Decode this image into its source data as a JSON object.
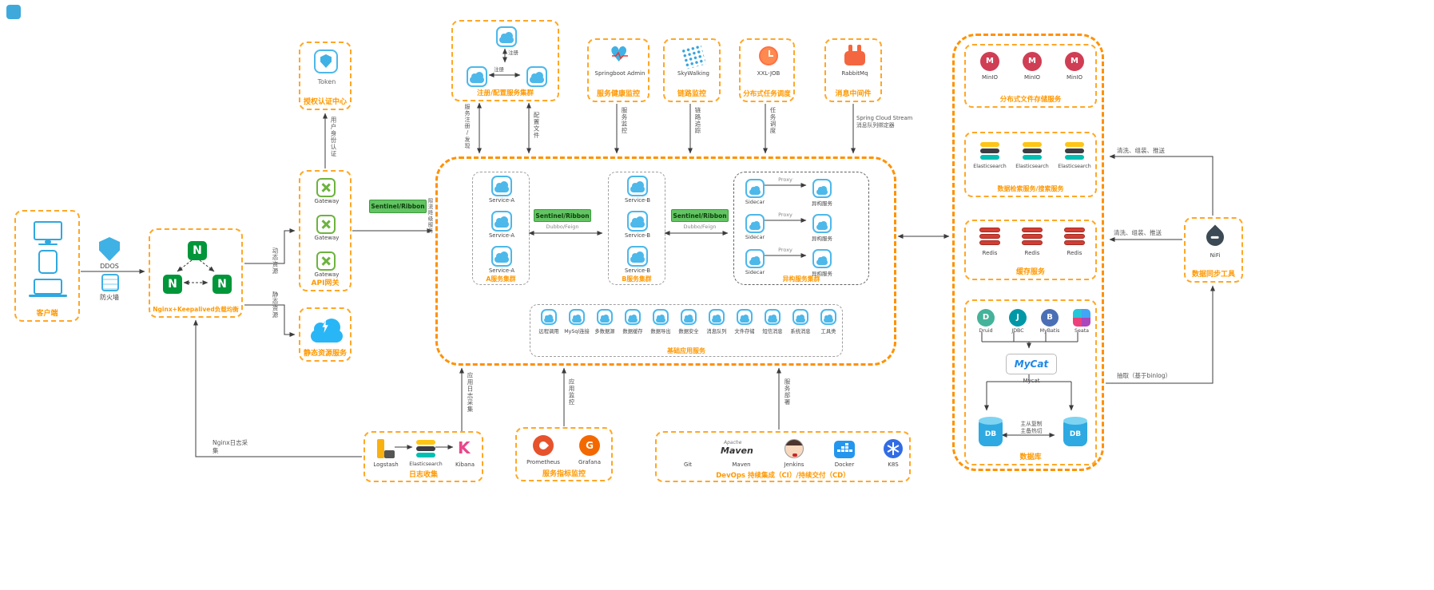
{
  "colors": {
    "accent_orange": "#ff9800",
    "box_dash_orange": "#ffa726",
    "arrow_gray": "#3c3c3c",
    "icon_blue": "#3fb1e5",
    "nginx_green": "#009639",
    "gateway_green": "#6db33f",
    "sentinel_green": "#62c462",
    "minio_red": "#cf3e54",
    "redis_red": "#d43d33",
    "docker_blue": "#2496ed",
    "k8s_blue": "#326ce5",
    "kibana_pink": "#e8478b"
  },
  "icons": {
    "heart": "♥",
    "nginx_letter": "N",
    "minio_letter": "M",
    "grafana_letter": "G",
    "druid_letter": "D",
    "jdbc_letter": "J",
    "mybatis_letter": "B",
    "kibana_letter": "K",
    "git_plus": "+"
  },
  "client": {
    "label": "客户端"
  },
  "security": {
    "ddos": "DDOS",
    "firewall": "防火墙"
  },
  "nginx": {
    "label": "Nginx+Keepalived负载均衡"
  },
  "auth": {
    "token": "Token",
    "label": "授权认证中心"
  },
  "gateway": {
    "g1": "Gateway",
    "g2": "Gateway",
    "g3": "Gateway",
    "label": "API网关"
  },
  "static_server": {
    "label": "静态资源服务"
  },
  "registry": {
    "label": "注册/配置服务集群",
    "reg1": "注册",
    "reg2": "注册"
  },
  "monitors": {
    "sbadmin_title": "Springboot Admin",
    "sbadmin_label": "服务健康监控",
    "skywalking_title": "SkyWalking",
    "skywalking_label": "链路监控",
    "xxljob_title": "XXL-JOB",
    "xxljob_label": "分布式任务调度",
    "rabbitmq_title": "RabbitMq",
    "rabbitmq_label": "消息中间件"
  },
  "cluster": {
    "a": {
      "s1": "Service-A",
      "s2": "Service-A",
      "s3": "Service-A",
      "label": "A服务集群"
    },
    "b": {
      "s1": "Service-B",
      "s2": "Service-B",
      "s3": "Service-B",
      "label": "B服务集群"
    },
    "hetero": {
      "label": "异构服务集群",
      "sidecar1": "Sidecar",
      "sidecar2": "Sidecar",
      "sidecar3": "Sidecar",
      "proxy1": "Proxy",
      "proxy2": "Proxy",
      "proxy3": "Proxy",
      "svc1": "异构服务",
      "svc2": "异构服务",
      "svc3": "异构服务"
    },
    "sentinel1": "Sentinel/Ribbon",
    "sentinel2": "Sentinel/Ribbon",
    "sentinel3": "Sentinel/Ribbon",
    "dubbo1": "Dubbo/Feign",
    "dubbo2": "Dubbo/Feign",
    "base": {
      "label": "基础应用服务",
      "items": [
        "远程调用",
        "MySql连接",
        "多数据源",
        "数据缓存",
        "数据导出",
        "数据安全",
        "消息队列",
        "文件存储",
        "短信消息",
        "系统消息",
        "工具类"
      ]
    }
  },
  "storage": {
    "minio": {
      "label": "分布式文件存储服务",
      "n1": "MinIO",
      "n2": "MinIO",
      "n3": "MinIO"
    },
    "es": {
      "label": "数据检索服务/搜索服务",
      "n1": "Elasticsearch",
      "n2": "Elasticsearch",
      "n3": "Elasticsearch"
    },
    "redis": {
      "label": "缓存服务",
      "n1": "Redis",
      "n2": "Redis",
      "n3": "Redis"
    },
    "db": {
      "label": "数据库",
      "druid": "Druid",
      "jdbc": "JDBC",
      "mybatis": "MyBatis",
      "seata": "Seata",
      "mycat_logo": "MyCat",
      "mycat": "Mycat",
      "db1": "DB",
      "db2": "DB",
      "replication": "主从复制\n主备热切"
    }
  },
  "nifi": {
    "title": "NiFi",
    "label": "数据同步工具"
  },
  "elk": {
    "logstash": "Logstash",
    "es": "Elasticsearch",
    "kibana": "Kibana",
    "label": "日志收集"
  },
  "metrics": {
    "prometheus": "Prometheus",
    "grafana": "Grafana",
    "label": "服务指标监控"
  },
  "devops": {
    "git": "Git",
    "maven": "Maven",
    "maven_logo_top": "Apache",
    "maven_logo_main": "Maven",
    "jenkins": "Jenkins",
    "docker": "Docker",
    "k8s": "K8S",
    "label": "DevOps 持续集成（CI）/持续交付（CD）"
  },
  "edges": {
    "user_auth": "用户身份认证",
    "dynamic_res": "动态资源",
    "static_res": "静态资源",
    "sentinel_note": "限流降级服务",
    "register_discover": "服务注册/发现",
    "config_file": "配置文件",
    "service_monitor": "服务监控",
    "trace": "链路追踪",
    "task_schedule": "任务调度",
    "stream_binder": "Spring Cloud Stream\n消息队列绑定器",
    "clean_push_top": "清洗、组装、推送",
    "clean_push_mid": "清洗、组装、推送",
    "extract_binlog": "抽取（基于binlog）",
    "app_log": "应用日志采集",
    "nginx_log": "Nginx日志采集",
    "app_monitor": "应用监控",
    "deploy": "服务部署"
  }
}
